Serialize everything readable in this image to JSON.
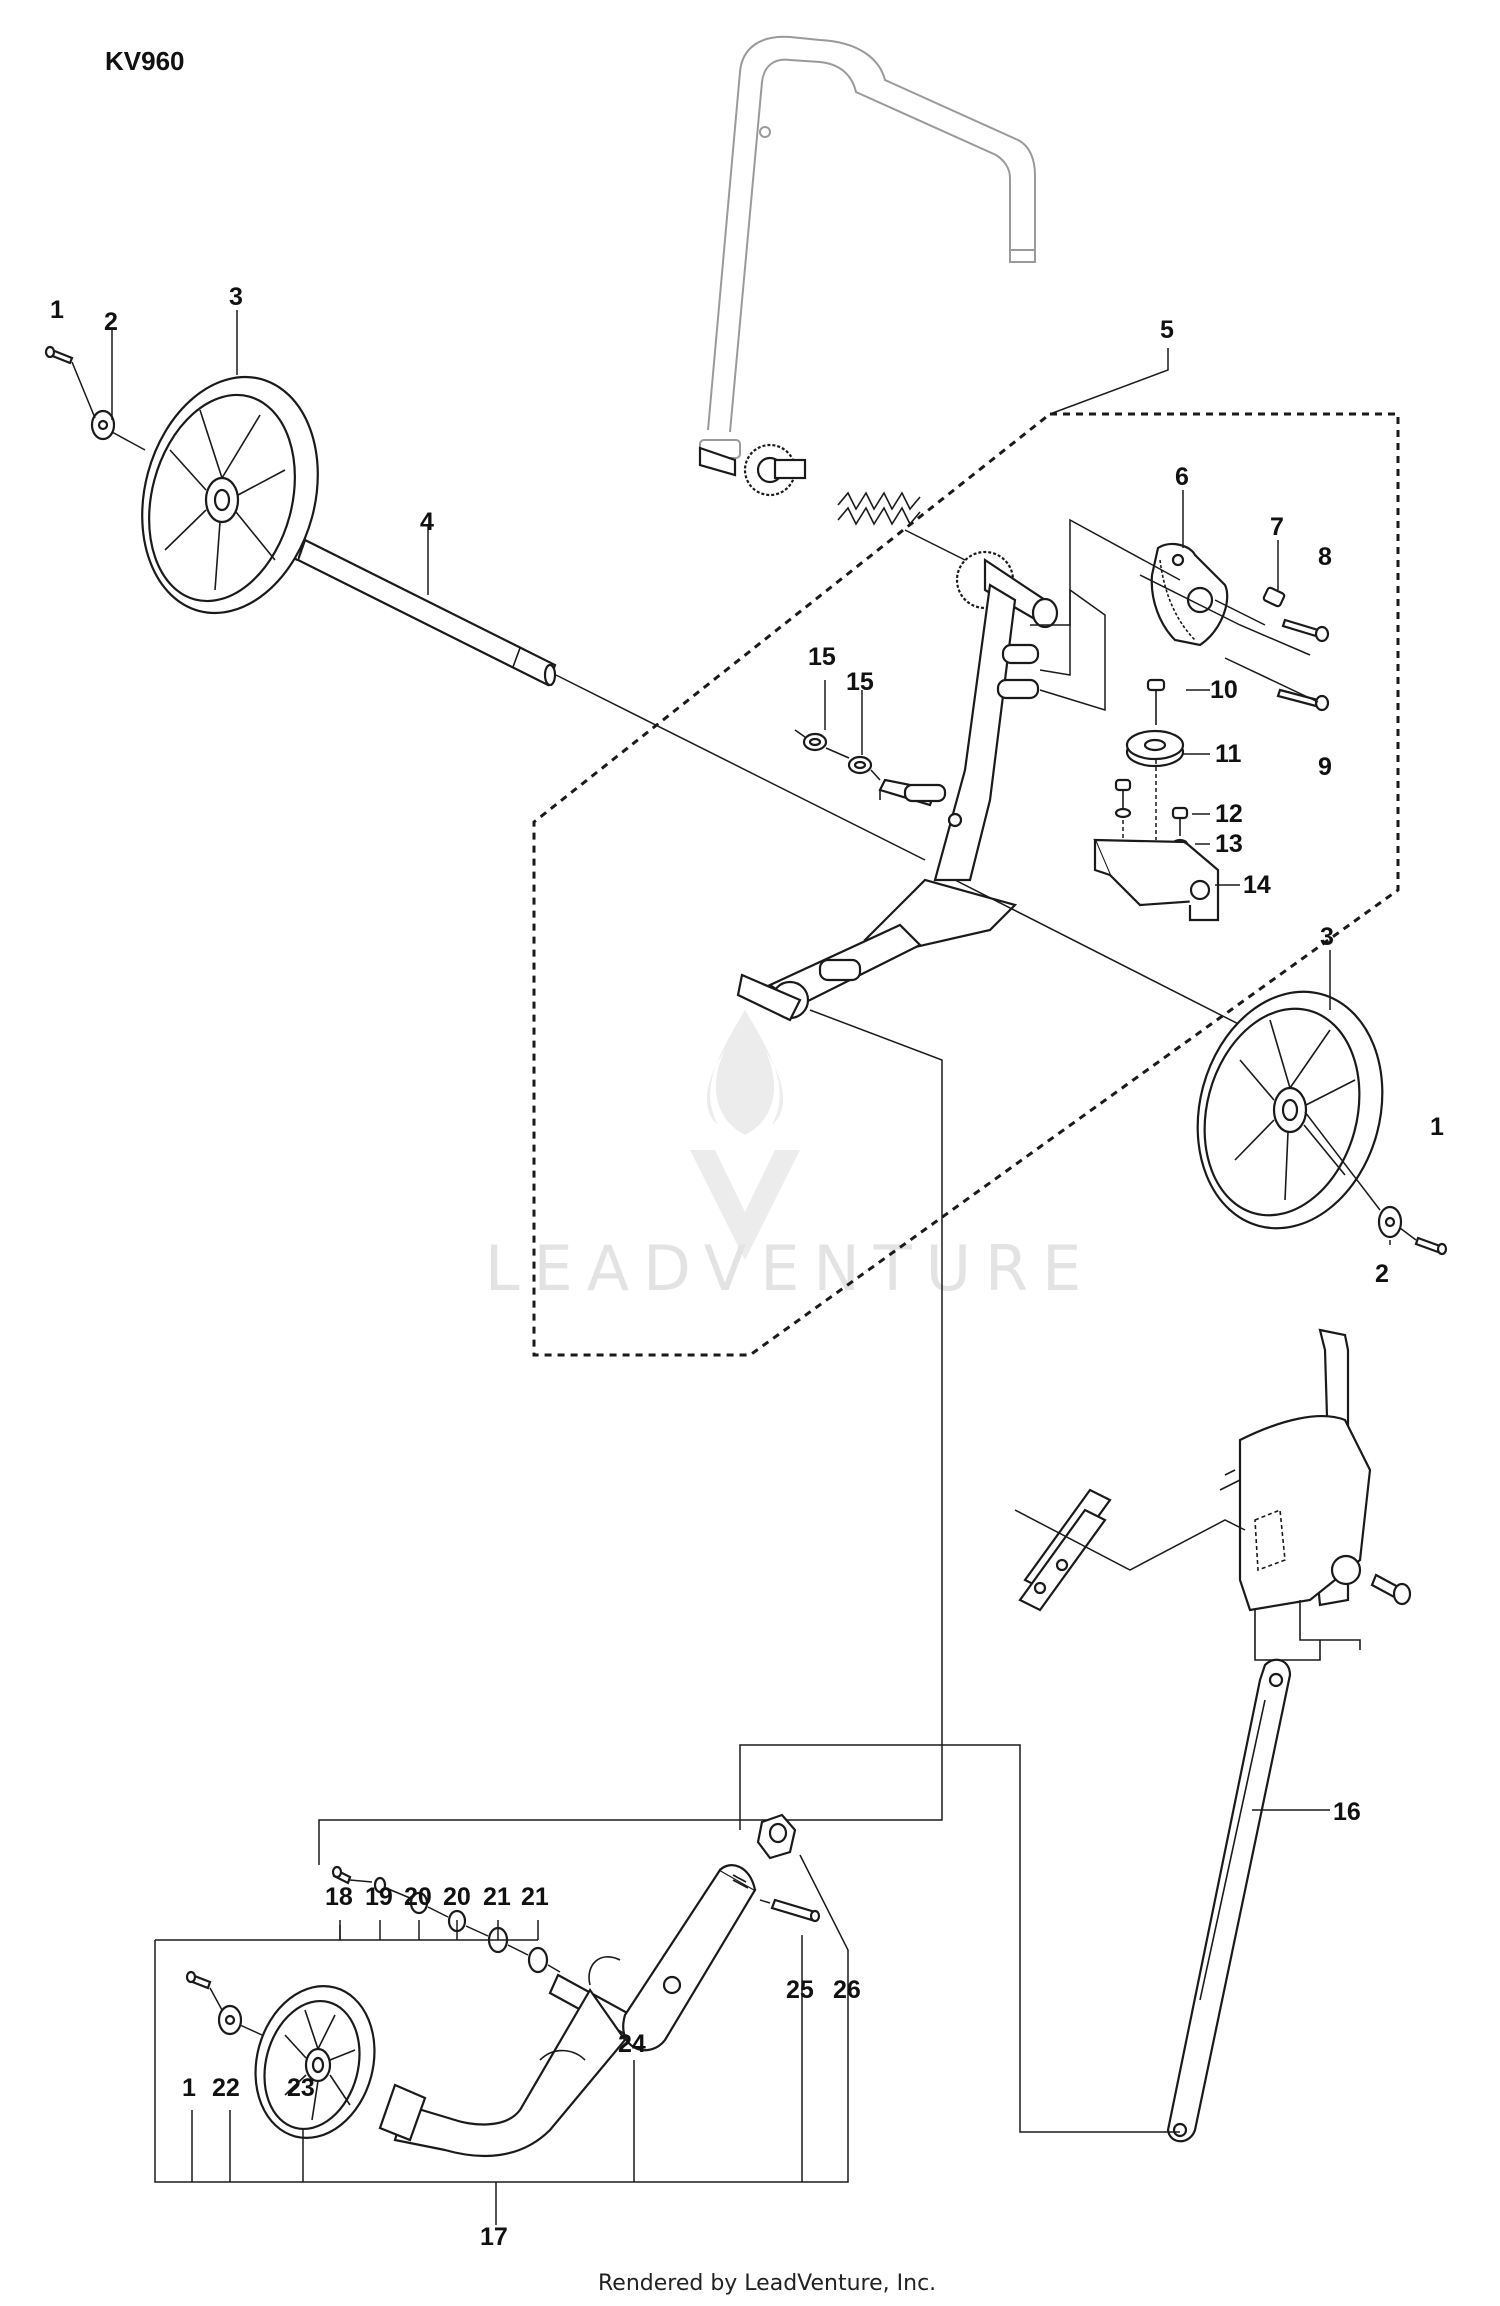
{
  "diagram": {
    "title": "KV960",
    "footer": "Rendered by LeadVenture, Inc.",
    "watermark": "LEADVENTURE",
    "watermark_icon": "leadventure-flame-logo",
    "callouts": [
      {
        "id": "c1a",
        "text": "1"
      },
      {
        "id": "c2a",
        "text": "2"
      },
      {
        "id": "c3a",
        "text": "3"
      },
      {
        "id": "c4",
        "text": "4"
      },
      {
        "id": "c5",
        "text": "5"
      },
      {
        "id": "c6",
        "text": "6"
      },
      {
        "id": "c7",
        "text": "7"
      },
      {
        "id": "c8",
        "text": "8"
      },
      {
        "id": "c9",
        "text": "9"
      },
      {
        "id": "c10",
        "text": "10"
      },
      {
        "id": "c11",
        "text": "11"
      },
      {
        "id": "c12",
        "text": "12"
      },
      {
        "id": "c13",
        "text": "13"
      },
      {
        "id": "c14",
        "text": "14"
      },
      {
        "id": "c15a",
        "text": "15"
      },
      {
        "id": "c15b",
        "text": "15"
      },
      {
        "id": "c3b",
        "text": "3"
      },
      {
        "id": "c1b",
        "text": "1"
      },
      {
        "id": "c2b",
        "text": "2"
      },
      {
        "id": "c16",
        "text": "16"
      },
      {
        "id": "c18",
        "text": "18"
      },
      {
        "id": "c19",
        "text": "19"
      },
      {
        "id": "c20a",
        "text": "20"
      },
      {
        "id": "c20b",
        "text": "20"
      },
      {
        "id": "c21a",
        "text": "21"
      },
      {
        "id": "c21b",
        "text": "21"
      },
      {
        "id": "c25",
        "text": "25"
      },
      {
        "id": "c26",
        "text": "26"
      },
      {
        "id": "c24",
        "text": "24"
      },
      {
        "id": "c1c",
        "text": "1"
      },
      {
        "id": "c22",
        "text": "22"
      },
      {
        "id": "c23",
        "text": "23"
      },
      {
        "id": "c17",
        "text": "17"
      }
    ]
  }
}
